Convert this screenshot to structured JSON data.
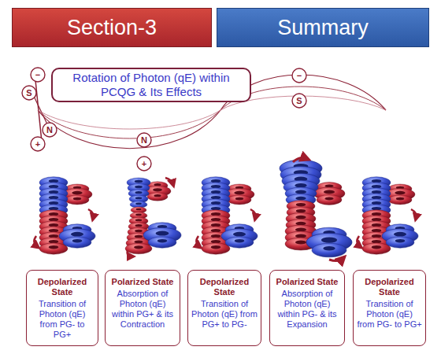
{
  "diagram": {
    "nodes": [
      {
        "text": [
          "Section-3"
        ]
      },
      {
        "text": [
          "Summary"
        ]
      },
      {
        "text": [
          "−"
        ]
      },
      {
        "text": [
          "Rotation of Photon (qE) within PCQG & Its Effects"
        ]
      },
      {
        "text": [
          "S"
        ]
      },
      {
        "text": [
          "−"
        ]
      },
      {
        "text": [
          "S"
        ]
      },
      {
        "text": [
          "N"
        ]
      },
      {
        "text": [
          "N"
        ]
      },
      {
        "text": [
          "+"
        ]
      },
      {
        "text": [
          "+"
        ]
      },
      {
        "text": [
          "Depolarized State",
          "Transition of Photon (qE) from PG- to PG+"
        ]
      },
      {
        "text": [
          "Polarized State",
          "Absorption of Photon (qE) within PG+ & its Contraction"
        ]
      },
      {
        "text": [
          "Depolarized State",
          "Transition of Photon (qE) from PG+ to PG-"
        ]
      },
      {
        "text": [
          "Polarized State",
          "Absorption of Photon (qE) within PG- & its Expansion"
        ]
      },
      {
        "text": [
          "Depolarized State",
          "Transition of Photon (qE) from PG- to PG+"
        ]
      }
    ]
  }
}
